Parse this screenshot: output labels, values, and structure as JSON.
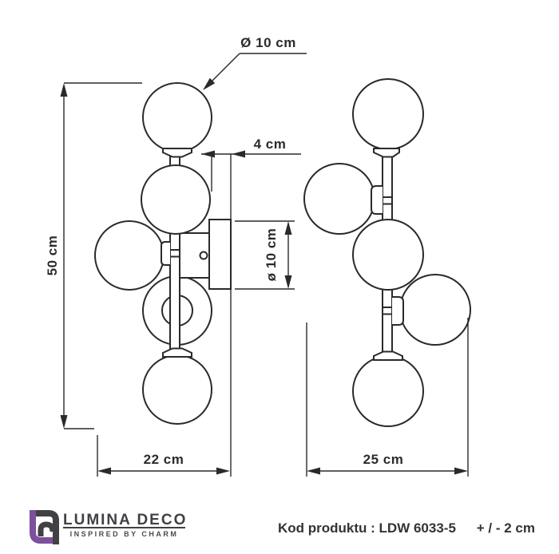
{
  "drawing": {
    "labels": {
      "globe_diameter": "Ø 10 cm",
      "wall_offset": "4 cm",
      "total_height": "50 cm",
      "plate_diameter": "ø 10 cm",
      "front_view_width": "22 cm",
      "side_view_width": "25 cm"
    }
  },
  "footer": {
    "logo": {
      "brand": "LUMINA DECO",
      "tagline": "INSPIRED BY CHARM",
      "icon": "lumina-deco-monogram-icon"
    },
    "product_code": "Kod produktu : LDW 6033-5",
    "tolerance": "+ / - 2 cm"
  },
  "colors": {
    "line": "#2a2a2c",
    "text": "#333336",
    "brand_purple": "#7d4f9d",
    "brand_gray": "#414042",
    "background": "#ffffff"
  }
}
